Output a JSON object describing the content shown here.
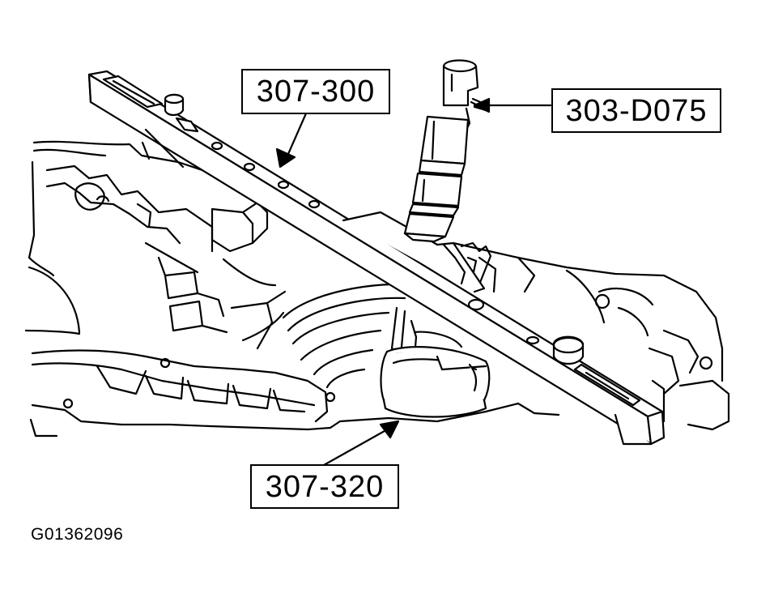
{
  "callouts": {
    "tool_a": "307-300",
    "tool_b": "303-D075",
    "tool_c": "307-320"
  },
  "figure_id": "G01362096",
  "colors": {
    "ink": "#000000",
    "paper": "#ffffff"
  }
}
